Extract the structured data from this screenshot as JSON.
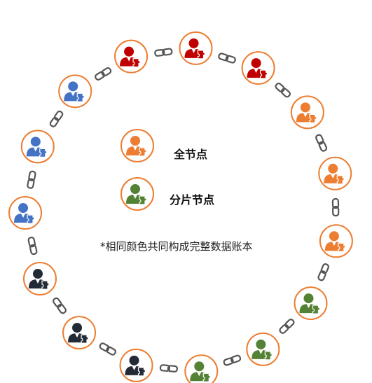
{
  "legend": {
    "full_node": {
      "label": "全节点",
      "color": "#ED7D31"
    },
    "shard_node": {
      "label": "分片节点",
      "color": "#548235"
    }
  },
  "note": "*相同颜色共同构成完整数据账本",
  "palette": {
    "ring_border": "#ED7D31",
    "chain_link": "#555555",
    "red": "#C00000",
    "orange": "#ED7D31",
    "green": "#548235",
    "blue": "#4472C4",
    "navy": "#222A35"
  },
  "ring_nodes": [
    {
      "group": "red",
      "icon": "user-puzzle-icon"
    },
    {
      "group": "red",
      "icon": "user-puzzle-icon"
    },
    {
      "group": "orange",
      "icon": "user-puzzle-icon"
    },
    {
      "group": "orange",
      "icon": "user-puzzle-icon"
    },
    {
      "group": "orange",
      "icon": "user-puzzle-icon"
    },
    {
      "group": "green",
      "icon": "user-puzzle-icon"
    },
    {
      "group": "green",
      "icon": "user-puzzle-icon"
    },
    {
      "group": "green",
      "icon": "user-puzzle-icon"
    },
    {
      "group": "navy",
      "icon": "user-puzzle-icon"
    },
    {
      "group": "navy",
      "icon": "user-puzzle-icon"
    },
    {
      "group": "navy",
      "icon": "user-puzzle-icon"
    },
    {
      "group": "blue",
      "icon": "user-puzzle-icon"
    },
    {
      "group": "blue",
      "icon": "user-puzzle-icon"
    },
    {
      "group": "blue",
      "icon": "user-puzzle-icon"
    },
    {
      "group": "red",
      "icon": "user-puzzle-icon"
    }
  ]
}
